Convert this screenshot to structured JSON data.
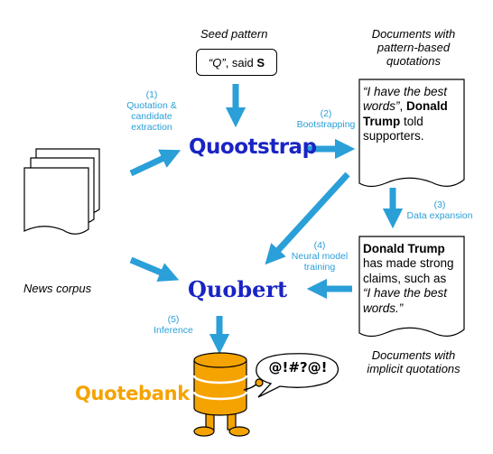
{
  "seed": {
    "heading": "Seed pattern",
    "pattern_q": "“Q”",
    "pattern_said": ", said ",
    "pattern_s": "S"
  },
  "docs_top": {
    "heading": [
      "Documents with",
      "pattern-based",
      "quotations"
    ],
    "body": {
      "quote1": "“I have the best",
      "quote2": "words”",
      "comma": ", ",
      "name1": "Donald",
      "name2": "Trump",
      "rest1": " told",
      "rest2": "supporters."
    }
  },
  "docs_bottom": {
    "body": {
      "name": "Donald Trump",
      "l2": "has made strong",
      "l3": "claims, such as",
      "q1": "“I have the best",
      "q2": "words.”"
    },
    "caption": [
      "Documents with",
      "implicit quotations"
    ]
  },
  "corpus": {
    "caption": "News corpus"
  },
  "systems": {
    "quootstrap": "Quootstrap",
    "quobert": "Quobert",
    "quotebank": "Quotebank"
  },
  "steps": {
    "s1": [
      "(1)",
      "Quotation &",
      "candidate",
      "extraction"
    ],
    "s2": [
      "(2)",
      "Bootstrapping"
    ],
    "s3": [
      "(3)",
      "Data expansion"
    ],
    "s4": [
      "(4)",
      "Neural model",
      "training"
    ],
    "s5": [
      "(5)",
      "Inference"
    ]
  },
  "bubble": {
    "text": "@!#?@!"
  },
  "colors": {
    "arrow": "#2a9fd8",
    "title": "#1a24c4",
    "quotebank": "#f5a300"
  }
}
